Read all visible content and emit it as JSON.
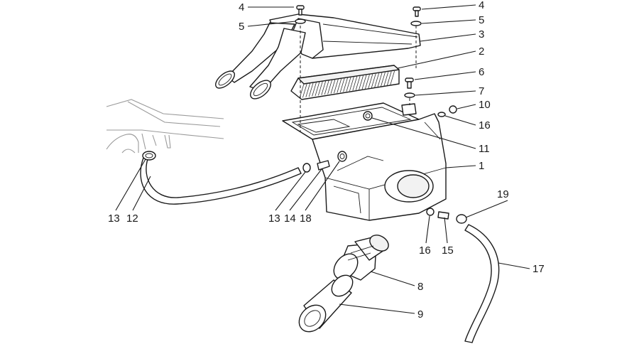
{
  "callouts": [
    {
      "id": "c4a",
      "text": "4"
    },
    {
      "id": "c5a",
      "text": "5"
    },
    {
      "id": "c4b",
      "text": "4"
    },
    {
      "id": "c5b",
      "text": "5"
    },
    {
      "id": "c3",
      "text": "3"
    },
    {
      "id": "c2",
      "text": "2"
    },
    {
      "id": "c6",
      "text": "6"
    },
    {
      "id": "c7",
      "text": "7"
    },
    {
      "id": "c10",
      "text": "10"
    },
    {
      "id": "c16a",
      "text": "16"
    },
    {
      "id": "c11",
      "text": "11"
    },
    {
      "id": "c1",
      "text": "1"
    },
    {
      "id": "c19",
      "text": "19"
    },
    {
      "id": "c13a",
      "text": "13"
    },
    {
      "id": "c12",
      "text": "12"
    },
    {
      "id": "c13b",
      "text": "13"
    },
    {
      "id": "c14",
      "text": "14"
    },
    {
      "id": "c18",
      "text": "18"
    },
    {
      "id": "c16b",
      "text": "16"
    },
    {
      "id": "c15",
      "text": "15"
    },
    {
      "id": "c17",
      "text": "17"
    },
    {
      "id": "c8",
      "text": "8"
    },
    {
      "id": "c9",
      "text": "9"
    }
  ]
}
